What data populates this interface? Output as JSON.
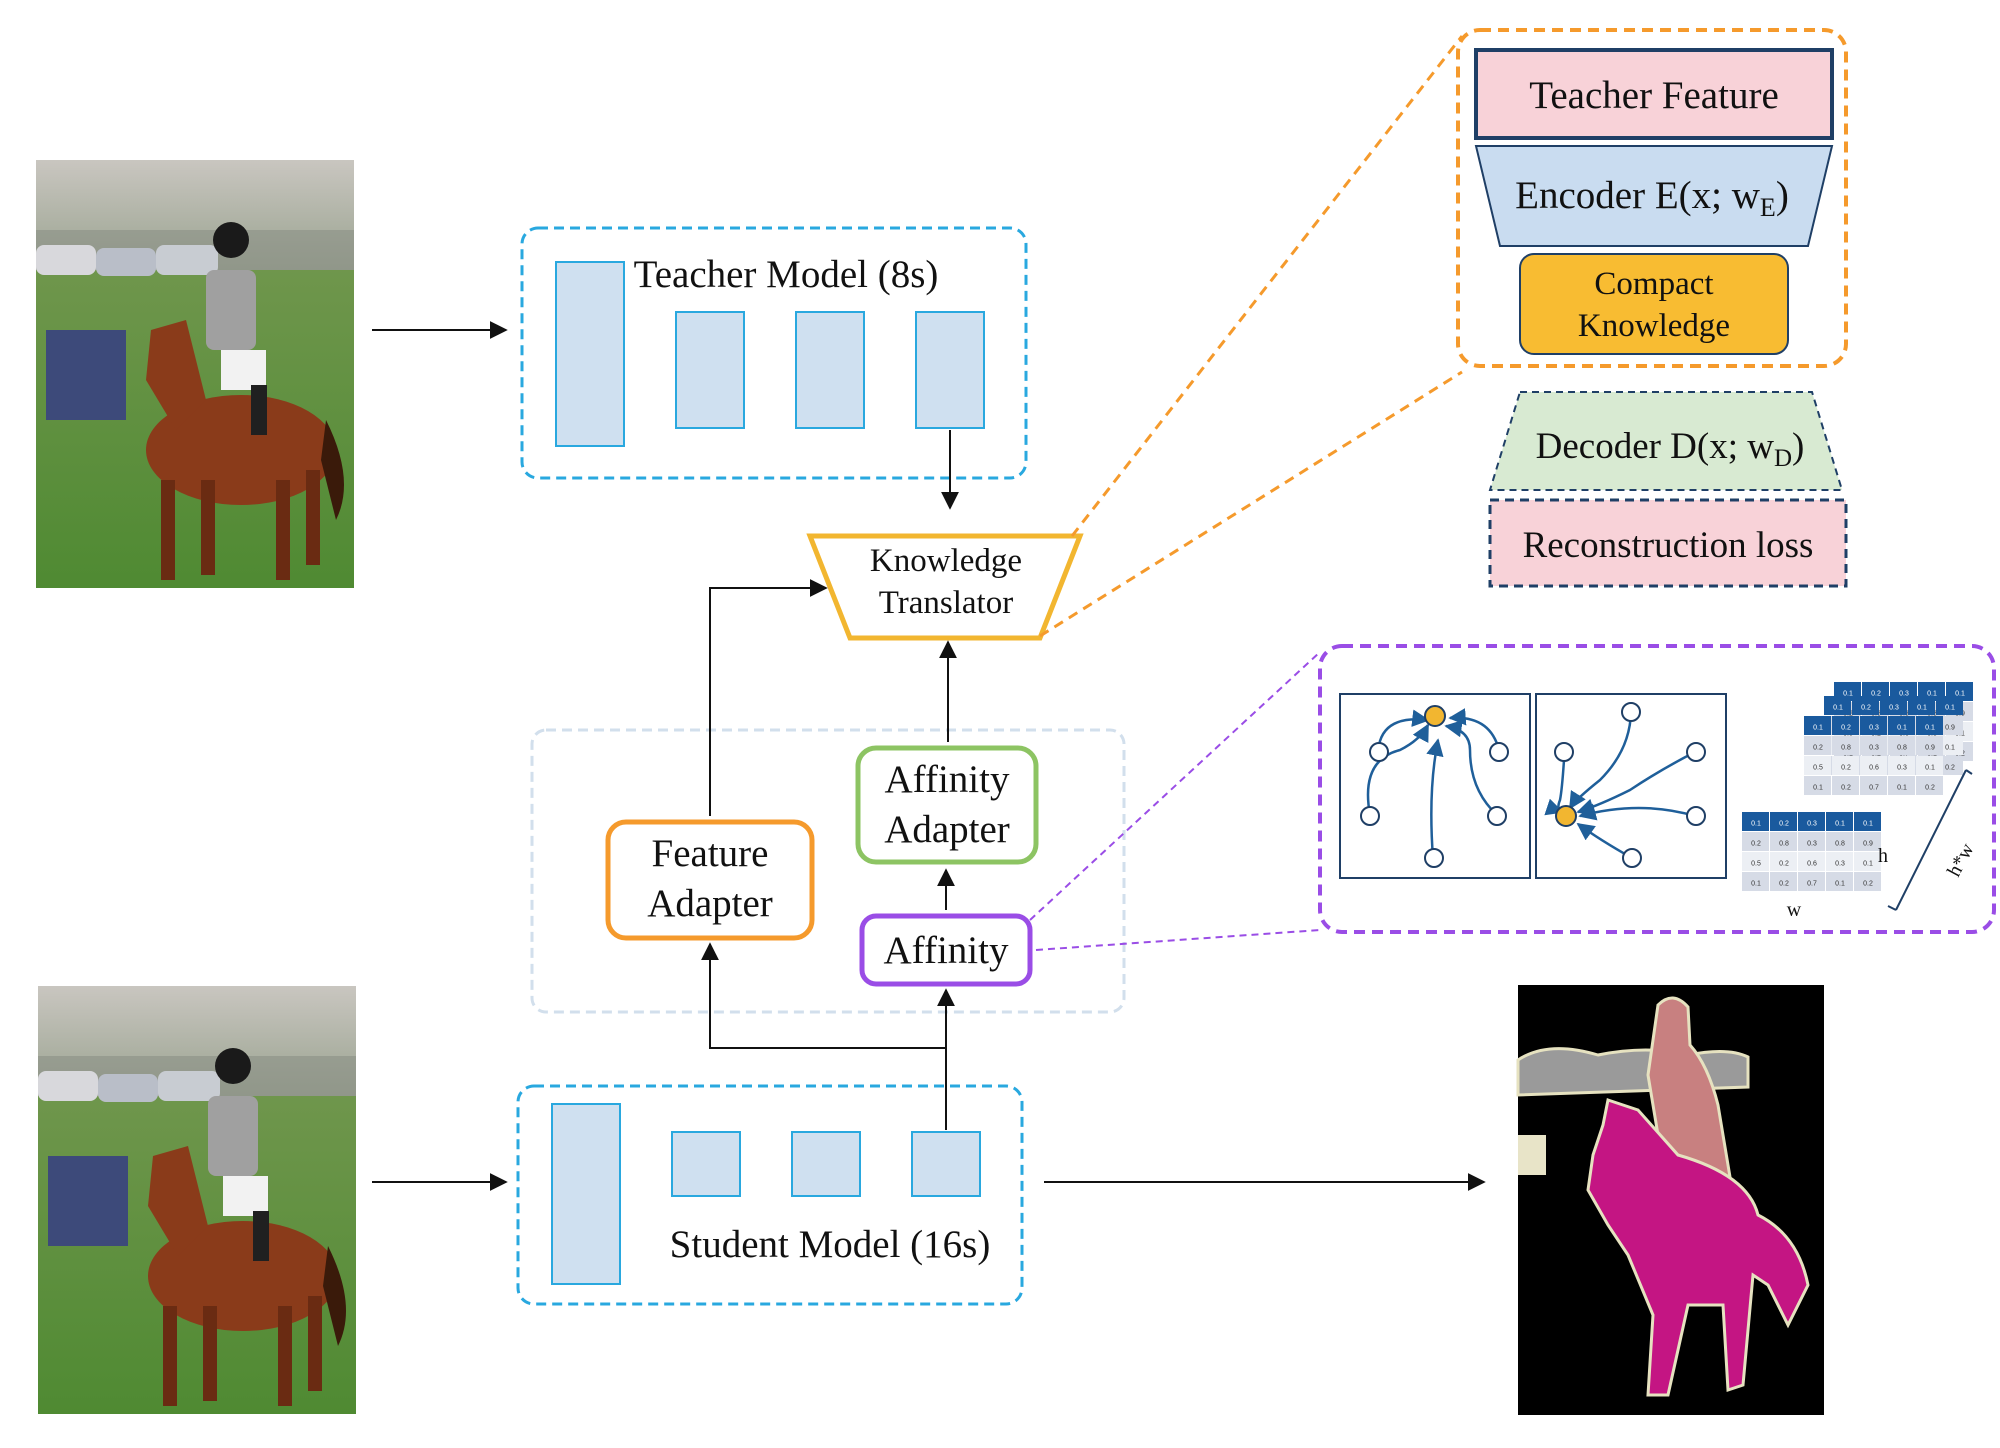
{
  "diagram": {
    "teacher_model": {
      "label": "Teacher Model (8s)"
    },
    "student_model": {
      "label": "Student Model (16s)"
    },
    "knowledge_translator": {
      "line1": "Knowledge",
      "line2": "Translator"
    },
    "feature_adapter": {
      "line1": "Feature",
      "line2": "Adapter"
    },
    "affinity_adapter": {
      "line1": "Affinity",
      "line2": "Adapter"
    },
    "affinity": {
      "label": "Affinity"
    },
    "translator_detail": {
      "teacher_feature": "Teacher Feature",
      "encoder": {
        "text": "Encoder E(x; w",
        "sub": "E",
        "close": ")"
      },
      "compact_knowledge": {
        "line1": "Compact",
        "line2": "Knowledge"
      },
      "decoder": {
        "text": "Decoder D(x; w",
        "sub": "D",
        "close": ")"
      },
      "reconstruction_loss": "Reconstruction loss"
    },
    "affinity_detail": {
      "matrix_back": {
        "header": [
          "0.1",
          "0.2",
          "0.3",
          "0.1",
          "0.1"
        ],
        "rows": [
          [
            "0.2",
            "0.8",
            "0.3",
            "0.8",
            "0.9"
          ],
          [
            "0.5",
            "0.2",
            "0.6",
            "0.3",
            "0.1"
          ],
          [
            "0.1",
            "0.2",
            "0.7",
            "0.1",
            "0.2"
          ]
        ]
      },
      "matrix_front": {
        "header": [
          "0.1",
          "0.2",
          "0.3",
          "0.1",
          "0.1"
        ],
        "rows": [
          [
            "0.2",
            "0.8",
            "0.3",
            "0.8",
            "0.9"
          ],
          [
            "0.5",
            "0.2",
            "0.6",
            "0.3",
            "0.1"
          ],
          [
            "0.1",
            "0.2",
            "0.7",
            "0.1",
            "0.2"
          ]
        ]
      },
      "h_label": "h",
      "w_label": "w",
      "hw_label": "h*w"
    }
  },
  "colors": {
    "cyan_dash": "#29a8df",
    "block_fill": "#cfe0f0",
    "orange": "#f59a2c",
    "yellow": "#f2b630",
    "green": "#8dc463",
    "purple": "#9a4de6",
    "pink": "#f8d2d8",
    "light_blue": "#c9dcf0",
    "light_green": "#d8ead2",
    "navy": "#1f3f66",
    "table_blue": "#1a5a9e",
    "mask_pink": "#c41583",
    "mask_rider": "#c88080",
    "mask_gray": "#9a9a9a"
  }
}
